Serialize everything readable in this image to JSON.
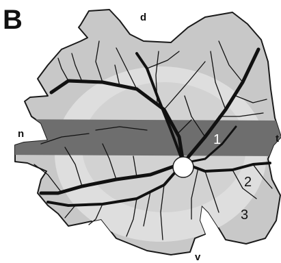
{
  "panel_label": "B",
  "orientation": {
    "dorsal": "d",
    "ventral": "v",
    "nasal": "n",
    "temporal": "t"
  },
  "zones": [
    "1",
    "2",
    "3"
  ],
  "colors": {
    "outer_zone": "#c8c8c8",
    "mid_zone": "#dedede",
    "central_band": "#6e6e6e",
    "outline": "#1a1a1a",
    "vessel": "#111111",
    "optic_disc": "#ffffff",
    "background": "#ffffff"
  },
  "icons": {
    "optic_disc": "optic-disc-icon"
  }
}
